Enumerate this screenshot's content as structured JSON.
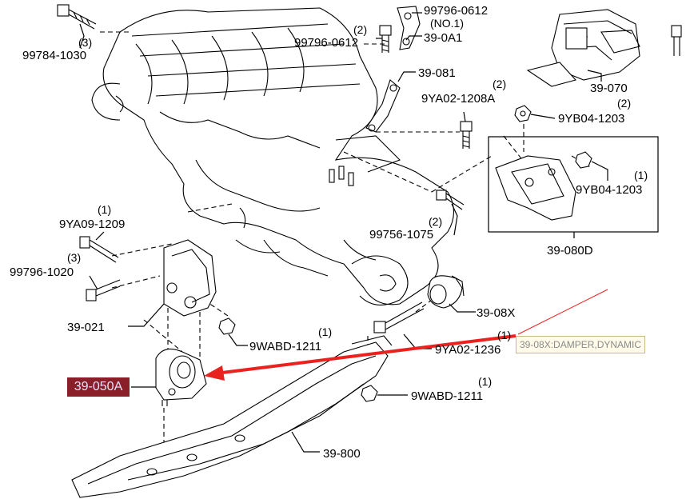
{
  "parts": {
    "p99784_1030": {
      "qty": "(3)",
      "number": "99784-1030"
    },
    "p99796_0612_top": {
      "qty": "(2)",
      "number": "99796-0612"
    },
    "p99796_0612_no1": {
      "number": "99796-0612",
      "note": "(NO.1)"
    },
    "p39_0A1": {
      "number": "39-0A1"
    },
    "p39_081": {
      "number": "39-081"
    },
    "p9YA02_1208A": {
      "qty": "(2)",
      "number": "9YA02-1208A"
    },
    "p39_070": {
      "number": "39-070"
    },
    "p9YB04_1203_top": {
      "qty": "(2)",
      "number": "9YB04-1203"
    },
    "p9YB04_1203_box": {
      "qty": "(1)",
      "number": "9YB04-1203"
    },
    "p39_080D": {
      "number": "39-080D"
    },
    "p99756_1075": {
      "qty": "(2)",
      "number": "99756-1075"
    },
    "p9YA09_1209": {
      "qty": "(1)",
      "number": "9YA09-1209"
    },
    "p99796_1020": {
      "qty": "(3)",
      "number": "99796-1020"
    },
    "p39_021": {
      "number": "39-021"
    },
    "p9WABD_1211_mid": {
      "qty": "(1)",
      "number": "9WABD-1211"
    },
    "p39_08X": {
      "number": "39-08X"
    },
    "p9YA02_1236": {
      "qty": "(1)",
      "number": "9YA02-1236"
    },
    "p39_050A": {
      "number": "39-050A"
    },
    "p9WABD_1211_low": {
      "qty": "(1)",
      "number": "9WABD-1211"
    },
    "p39_800": {
      "number": "39-800"
    }
  },
  "tooltip": "39-08X:DAMPER,DYNAMIC",
  "colors": {
    "highlight_bg": "#8a1f2a",
    "highlight_text": "#dfe6ff",
    "arrow": "#e8231f",
    "tooltip_bg": "#fffbe8"
  }
}
